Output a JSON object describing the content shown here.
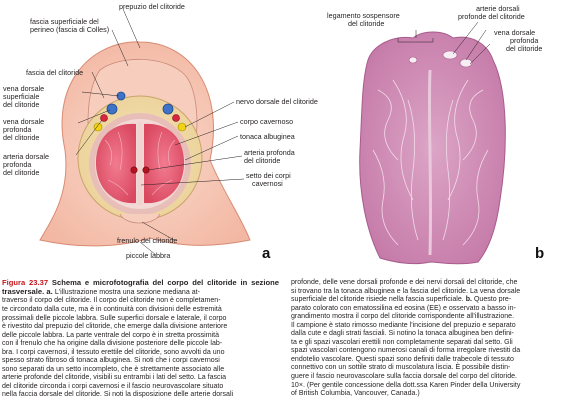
{
  "figure": {
    "panel_a": "a",
    "panel_b": "b",
    "labels_a": {
      "prepuzio": "prepuzio del clitoride",
      "fascia_sup_1": "fascia superficiale del",
      "fascia_sup_2": "perineo (fascia di Colles)",
      "fascia_clit": "fascia del clitoride",
      "vena_sup_1": "vena dorsale",
      "vena_sup_2": "superficiale",
      "vena_sup_3": "del clitoride",
      "vena_prof_1": "vena dorsale",
      "vena_prof_2": "profonda",
      "vena_prof_3": "del clitoride",
      "arteria_dors_1": "arteria dorsale",
      "arteria_dors_2": "profonda",
      "arteria_dors_3": "del clitoride",
      "nervo": "nervo dorsale del clitoride",
      "corpo_cav": "corpo cavernoso",
      "tonaca": "tonaca albuginea",
      "arteria_prof_1": "arteria profonda",
      "arteria_prof_2": "del clitoride",
      "setto_1": "setto dei corpi",
      "setto_2": "cavernosi",
      "frenulo": "frenulo del clitoride",
      "piccole": "piccole labbra"
    },
    "labels_b": {
      "legamento_1": "legamento sospensore",
      "legamento_2": "del clitoride",
      "arterie_1": "arterie dorsali",
      "arterie_2": "profonde del clitoride",
      "vena_1": "vena dorsale",
      "vena_2": "profonda",
      "vena_3": "del clitoride"
    }
  },
  "caption": {
    "fig_number": "Figura 23.37",
    "title": "Schema e microfotografia del corpo del clitoride in sezione trasversale.",
    "label_a": "a.",
    "col1": [
      "L'illustrazione mostra una sezione mediana at-",
      "traverso il corpo del clitoride. Il corpo del clitoride non è completamen-",
      "te circondato dalla cute, ma è in continuità con divisioni delle estremità",
      "prossimali delle piccole labbra. Sulle superfici dorsale e laterale, il corpo",
      "è rivestito dal prepuzio del clitoride, che emerge dalla divisione anteriore",
      "delle piccole labbra. La parte ventrale del corpo è in stretta prossimità",
      "con il frenulo che ha origine dalla divisione posteriore delle piccole lab-",
      "bra. I corpi cavernosi, il tessuto erettile del clitoride, sono avvolti da uno",
      "spesso strato fibroso di tonaca albuginea. Si noti che i corpi cavernosi",
      "sono separati da un setto incompleto, che è strettamente associato alle",
      "arterie profonde del clitoride, visibili su entrambi i lati del setto. La fascia",
      "del clitoride circonda i corpi cavernosi e il fascio neurovascolare situato",
      "nella faccia dorsale del clitoride. Si noti la disposizione delle arterie dorsali"
    ],
    "col2": [
      "profonde, delle vene dorsali profonde e dei nervi dorsali del clitoride, che",
      "si trovano tra la tonaca albuginea e la fascia del clitoride. La vena dorsale",
      "superficiale del clitoride risiede nella fascia superficiale.",
      "b.",
      "Questo pre-",
      "parato colorato con ematossilina ed eosina (EE) e osservato a basso in-",
      "grandimento mostra il corpo del clitoride corrispondente all'illustrazione.",
      "Il campione è stato rimosso mediante l'incisione del prepuzio e separato",
      "dalla cute e dagli strati fasciali. Si notino la tonaca albuginea ben defini-",
      "ta e gli spazi vascolari erettili non completamente separati dal setto. Gli",
      "spazi vascolari contengono numerosi canali di forma irregolare rivestiti da",
      "endotelio vascolare. Questi spazi sono definiti dalle trabecole di tessuto",
      "connettivo con un sottile strato di muscolatura liscia. È possibile distin-",
      "guere il fascio neurovascolare sulla faccia dorsale del corpo del clitoride.",
      "10×. (Per gentile concessione della dott.ssa Karen Pinder della University",
      "of British Columbia, Vancouver, Canada.)"
    ]
  }
}
